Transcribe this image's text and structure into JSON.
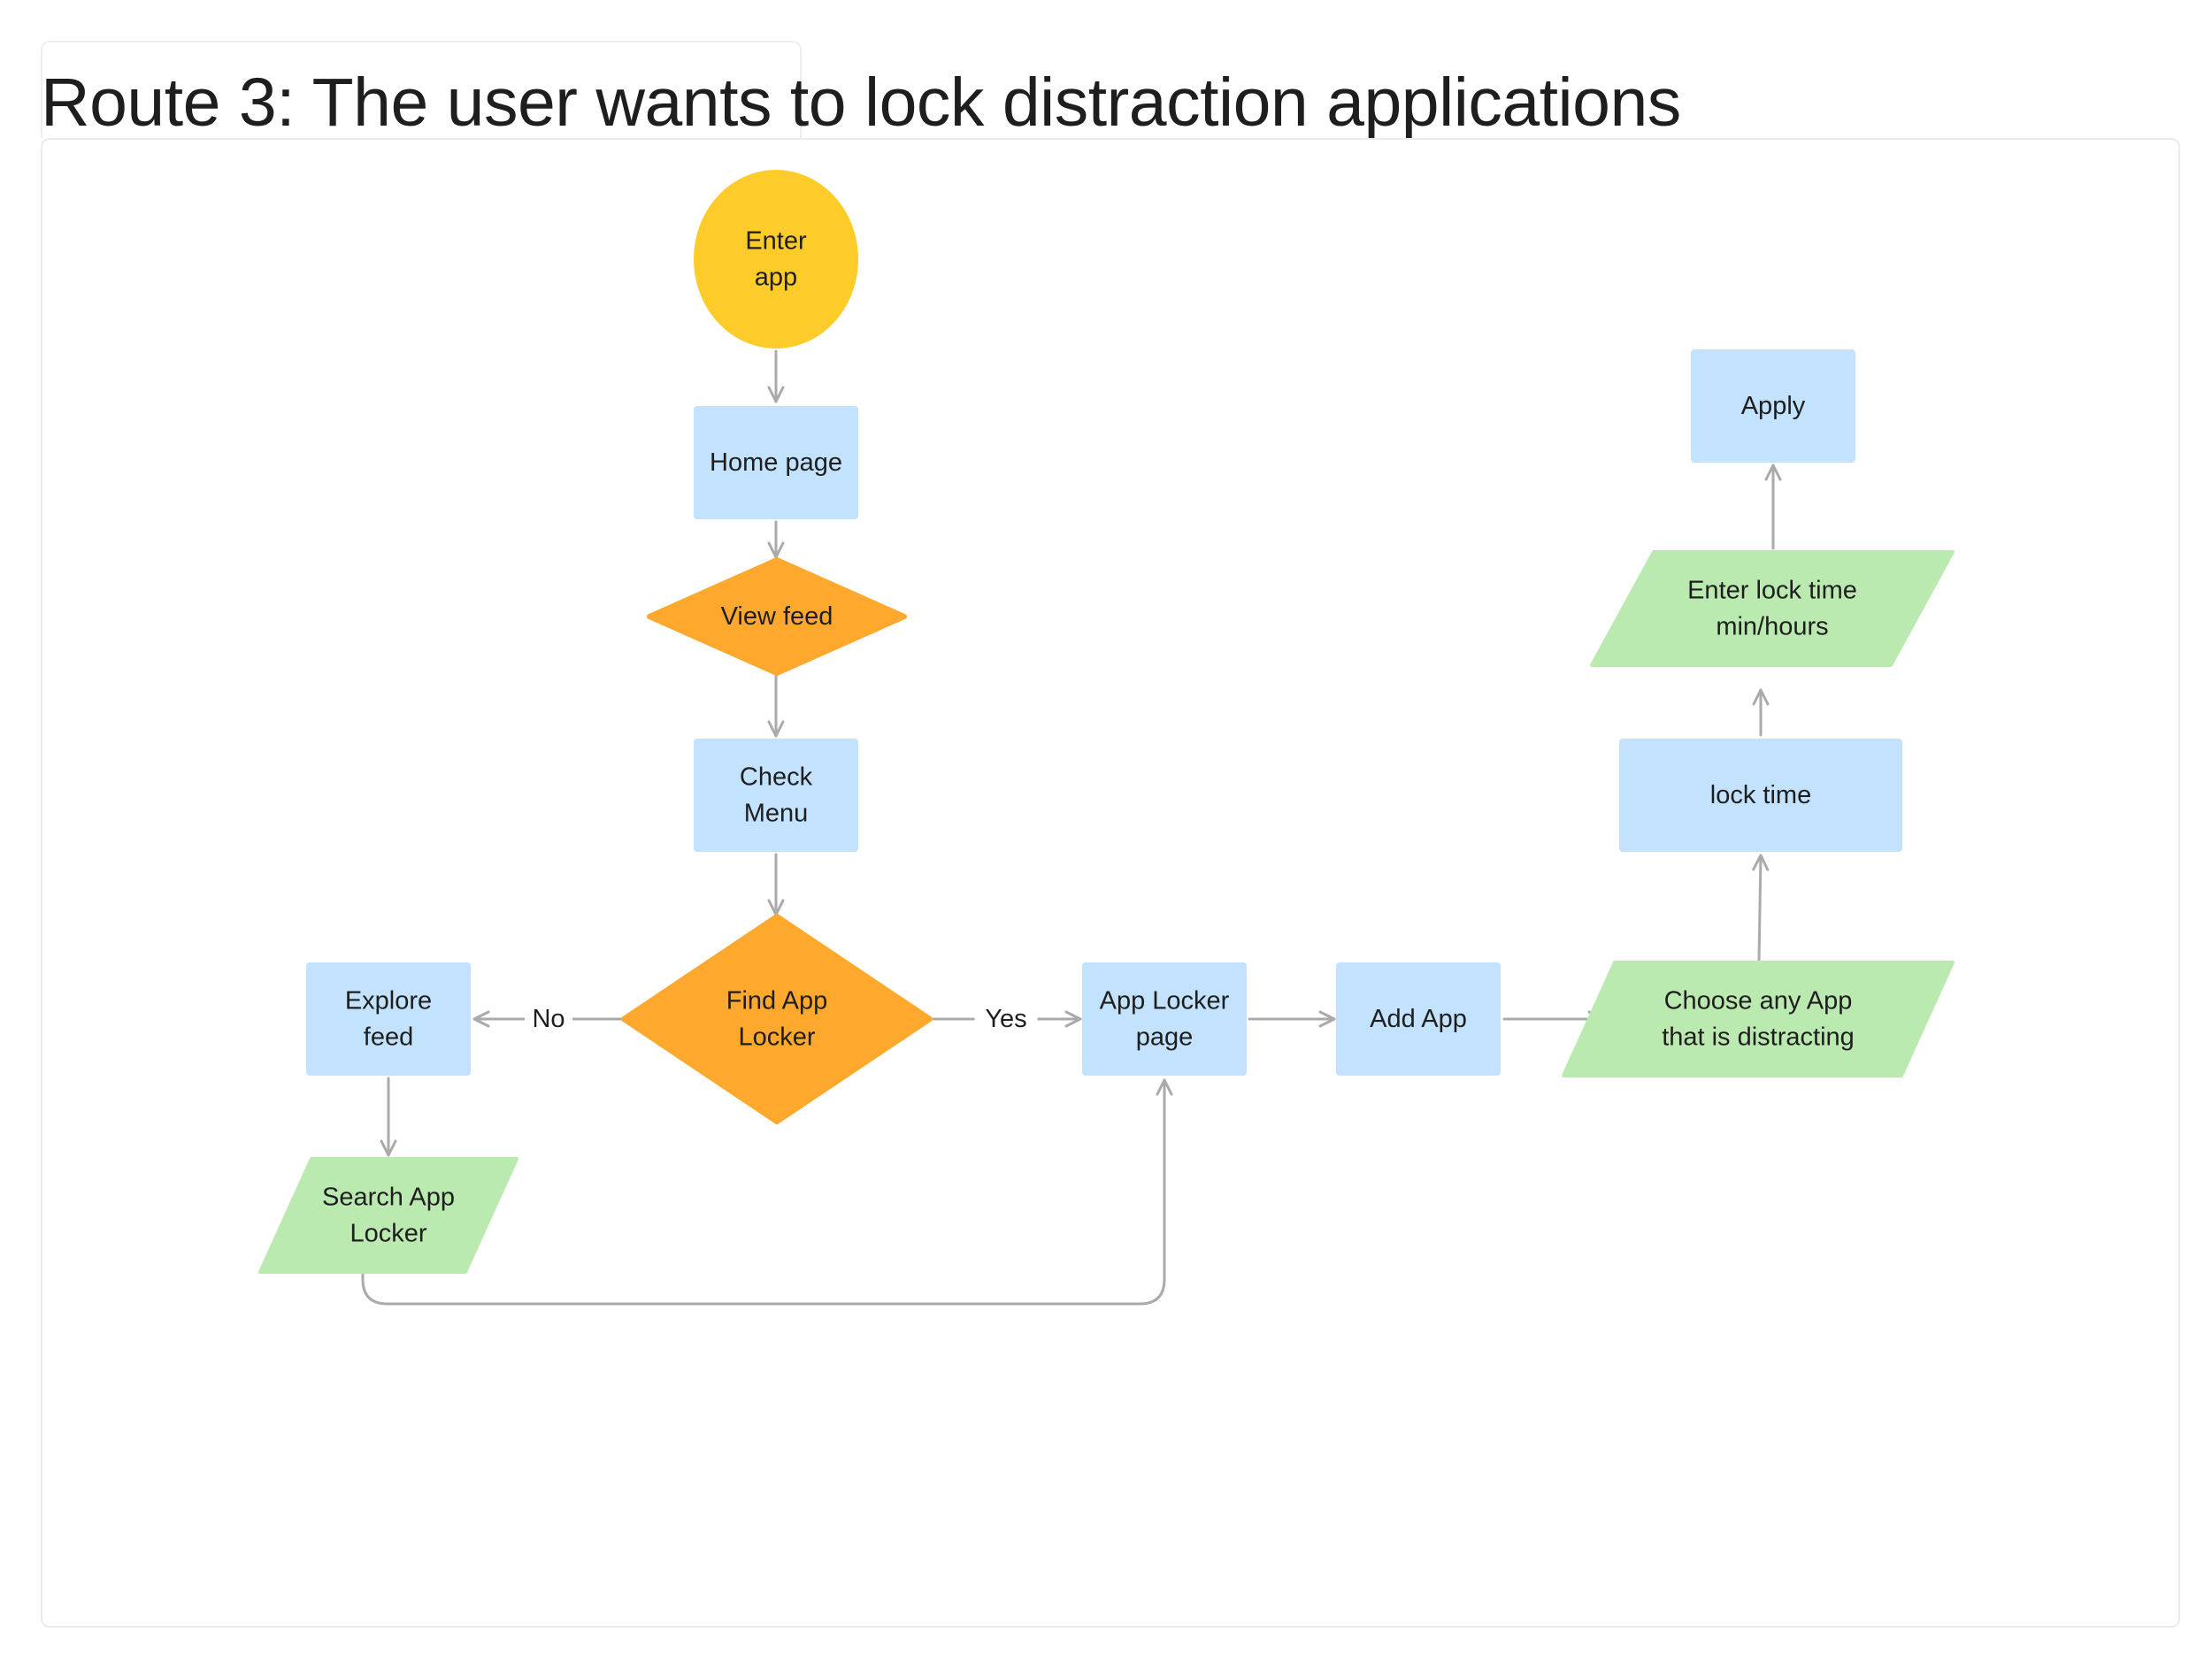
{
  "title": "Route 3: The user wants to lock distraction applications",
  "colors": {
    "start": "#fdcc2b",
    "process": "#c2e2fd",
    "decision": "#fea82d",
    "io": "#bbeab1",
    "connector": "#aaaaaa",
    "text": "#1e1e1e"
  },
  "nodes": [
    {
      "id": "enter-app",
      "shape": "ellipse",
      "lines": [
        "Enter",
        "app"
      ]
    },
    {
      "id": "home-page",
      "shape": "rect",
      "lines": [
        "Home page"
      ]
    },
    {
      "id": "view-feed",
      "shape": "diamond",
      "lines": [
        "View feed"
      ]
    },
    {
      "id": "check-menu",
      "shape": "rect",
      "lines": [
        "Check",
        "Menu"
      ]
    },
    {
      "id": "find-app-locker",
      "shape": "diamond",
      "lines": [
        "Find App",
        "Locker"
      ]
    },
    {
      "id": "explore-feed",
      "shape": "rect",
      "lines": [
        "Explore",
        "feed"
      ]
    },
    {
      "id": "search-app-locker",
      "shape": "parallelogram",
      "lines": [
        "Search App",
        "Locker"
      ]
    },
    {
      "id": "app-locker-page",
      "shape": "rect",
      "lines": [
        "App Locker",
        "page"
      ]
    },
    {
      "id": "add-app",
      "shape": "rect",
      "lines": [
        "Add App"
      ]
    },
    {
      "id": "choose-app",
      "shape": "parallelogram",
      "lines": [
        "Choose any App",
        "that is distracting"
      ]
    },
    {
      "id": "lock-time",
      "shape": "rect",
      "lines": [
        "lock time"
      ]
    },
    {
      "id": "enter-lock-time",
      "shape": "parallelogram",
      "lines": [
        "Enter lock time",
        "min/hours"
      ]
    },
    {
      "id": "apply",
      "shape": "rect",
      "lines": [
        "Apply"
      ]
    }
  ],
  "edges": [
    {
      "from": "enter-app",
      "to": "home-page",
      "label": ""
    },
    {
      "from": "home-page",
      "to": "view-feed",
      "label": ""
    },
    {
      "from": "view-feed",
      "to": "check-menu",
      "label": ""
    },
    {
      "from": "check-menu",
      "to": "find-app-locker",
      "label": ""
    },
    {
      "from": "find-app-locker",
      "to": "explore-feed",
      "label": "No"
    },
    {
      "from": "find-app-locker",
      "to": "app-locker-page",
      "label": "Yes"
    },
    {
      "from": "explore-feed",
      "to": "search-app-locker",
      "label": ""
    },
    {
      "from": "search-app-locker",
      "to": "app-locker-page",
      "label": ""
    },
    {
      "from": "app-locker-page",
      "to": "add-app",
      "label": ""
    },
    {
      "from": "add-app",
      "to": "choose-app",
      "label": ""
    },
    {
      "from": "choose-app",
      "to": "lock-time",
      "label": ""
    },
    {
      "from": "lock-time",
      "to": "enter-lock-time",
      "label": ""
    },
    {
      "from": "enter-lock-time",
      "to": "apply",
      "label": ""
    }
  ]
}
